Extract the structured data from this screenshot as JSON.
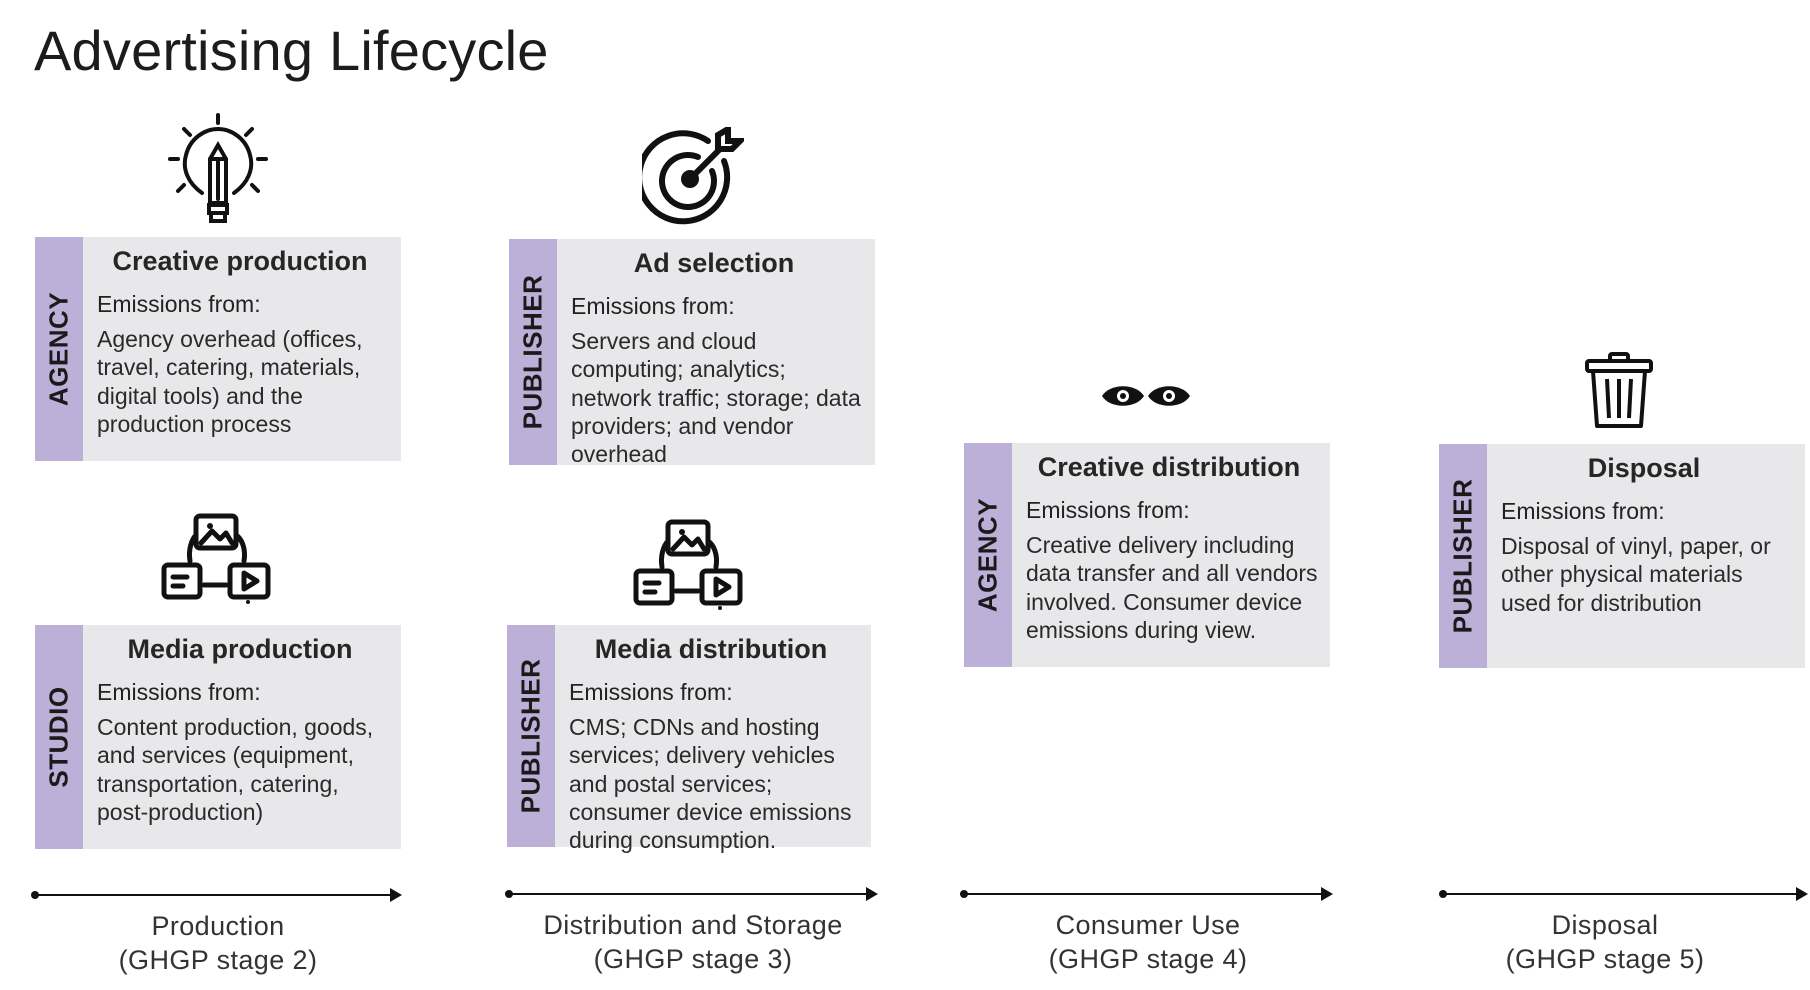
{
  "title": "Advertising Lifecycle",
  "cards": {
    "creative_production": {
      "tag": "AGENCY",
      "heading": "Creative production",
      "emissions_label": "Emissions from:",
      "description": "Agency overhead (offices, travel, catering, materials, digital tools) and the production process",
      "icon": "lightbulb-pencil-icon"
    },
    "ad_selection": {
      "tag": "PUBLISHER",
      "heading": "Ad selection",
      "emissions_label": "Emissions from:",
      "description": "Servers and cloud computing; analytics; network traffic; storage; data providers; and vendor overhead",
      "icon": "target-arrow-icon"
    },
    "media_production": {
      "tag": "STUDIO",
      "heading": "Media production",
      "emissions_label": "Emissions from:",
      "description": "Content production, goods, and services (equipment, transportation, catering, post-production)",
      "icon": "media-assets-icon"
    },
    "media_distribution": {
      "tag": "PUBLISHER",
      "heading": "Media distribution",
      "emissions_label": "Emissions from:",
      "description": "CMS; CDNs and hosting services; delivery vehicles and postal services; consumer device emissions during consumption.",
      "icon": "media-assets-icon"
    },
    "creative_distribution": {
      "tag": "AGENCY",
      "heading": "Creative distribution",
      "emissions_label": "Emissions from:",
      "description": "Creative delivery including data transfer and all vendors involved. Consumer device emissions during view.",
      "icon": "eyes-icon"
    },
    "disposal": {
      "tag": "PUBLISHER",
      "heading": "Disposal",
      "emissions_label": "Emissions from:",
      "description": "Disposal of vinyl, paper, or other physical materials used for distribution",
      "icon": "trash-can-icon"
    }
  },
  "stages": [
    {
      "name": "Production",
      "ghgp": "(GHGP stage 2)"
    },
    {
      "name": "Distribution and Storage",
      "ghgp": "(GHGP stage 3)"
    },
    {
      "name": "Consumer Use",
      "ghgp": "(GHGP stage 4)"
    },
    {
      "name": "Disposal",
      "ghgp": "(GHGP stage 5)"
    }
  ],
  "colors": {
    "tag_purple": "#bcb0d9",
    "card_gray": "#e8e8ea",
    "text_dark": "#222222"
  }
}
